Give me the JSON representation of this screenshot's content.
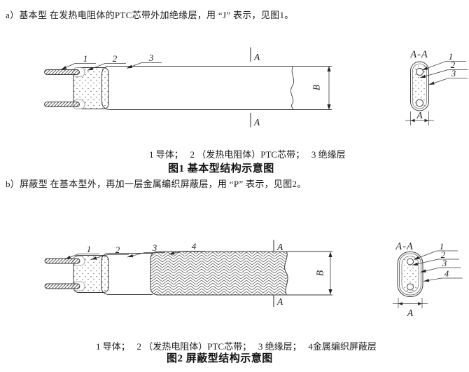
{
  "document": {
    "clause_a": "a）基本型 在发热电阻体的PTC芯带外加绝缘层，用 “J” 表示，见图1。",
    "clause_b": "b）屏蔽型 在基本型外，再加一层金属编织屏蔽层，用 “P” 表示，见图2。"
  },
  "figure1": {
    "callout_1": "1",
    "callout_2": "2",
    "callout_3": "3",
    "section_mark_top": "A",
    "section_mark_bottom": "A",
    "dim_height": "B",
    "section_view": {
      "title": "A-A",
      "callout_1": "1",
      "callout_2": "2",
      "callout_3": "3",
      "dim_width": "A"
    },
    "legend": "1 导体；   2 （发热电阻体）PTC芯带；   3 绝缘层",
    "caption": "图1 基本型结构示意图"
  },
  "figure2": {
    "callout_1": "1",
    "callout_2": "2",
    "callout_3": "3",
    "callout_4": "4",
    "section_mark_top": "A",
    "section_mark_bottom": "A",
    "dim_height": "B",
    "section_view": {
      "title": "A-A",
      "callout_1": "1",
      "callout_2": "2",
      "callout_3": "3",
      "callout_4": "4",
      "dim_width": "A"
    },
    "legend": "1 导体；   2 （发热电阻体）PTC芯带；   3 绝缘层；   4金属编织屏蔽层",
    "caption": "图2 屏蔽型结构示意图"
  }
}
